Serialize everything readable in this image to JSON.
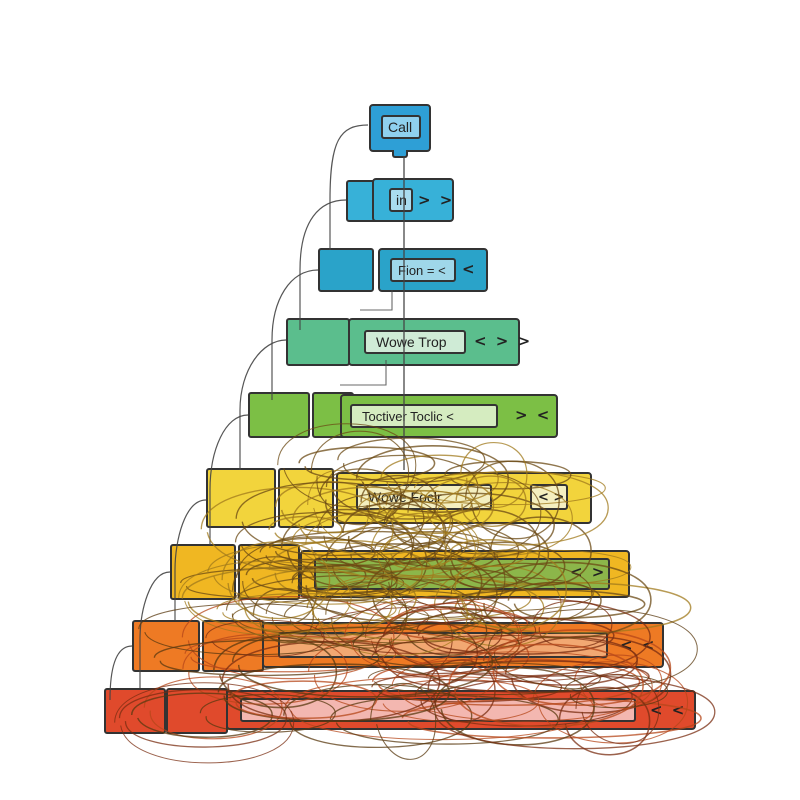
{
  "diagram": {
    "blocks": [
      {
        "id": "call",
        "field_text": "Call",
        "chevrons": "",
        "color": "#2E9FD6",
        "field_color": "#8FD0EE"
      },
      {
        "id": "in",
        "field_text": "in",
        "chevrons": "> >",
        "color": "#37B1D8",
        "field_color": "#A9DCEF"
      },
      {
        "id": "fion",
        "field_text": "Fion = <",
        "chevrons": "<",
        "color": "#2AA3C9",
        "field_color": "#9FD7E9"
      },
      {
        "id": "wovet",
        "field_text": "Wowe Trop",
        "chevrons": "< > >",
        "color": "#5BBE8D",
        "field_color": "#CFEBD6"
      },
      {
        "id": "tocti",
        "field_text": "Toctiver Toclic <",
        "chevrons": "> <",
        "color": "#7CBF45",
        "field_color": "#D5ECC0"
      },
      {
        "id": "wovef",
        "field_text": "Wowe Foclr",
        "chevrons": "< >",
        "color": "#F2D43C",
        "field_color": "#F4EFC0"
      },
      {
        "id": "row7",
        "field_text": "",
        "chevrons": "< >",
        "color": "#F0B722",
        "field_color": "#8CB64A"
      },
      {
        "id": "row8",
        "field_text": "",
        "chevrons": "< <",
        "color": "#EE7A24",
        "field_color": "#F2A872"
      },
      {
        "id": "row9",
        "field_text": "",
        "chevrons": "< <",
        "color": "#E04A2C",
        "field_color": "#F3B7B0"
      }
    ],
    "wire_color": "#8A6A1E",
    "tangle_colors": [
      "#6B4A14",
      "#A07A1C",
      "#7A2E12",
      "#B5471A",
      "#5A3A10"
    ]
  }
}
